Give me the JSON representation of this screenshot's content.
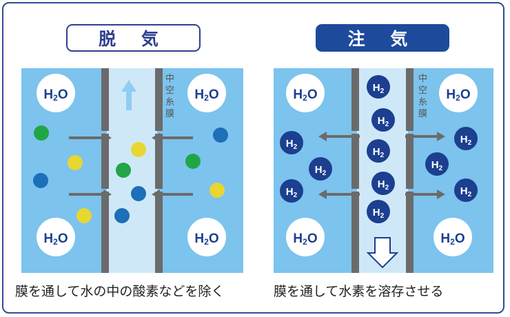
{
  "left_panel": {
    "title": "脱 気",
    "membrane_label": [
      "中",
      "空",
      "糸",
      "膜"
    ],
    "water_molecule": {
      "main": "H",
      "sub": "2",
      "tail": "O"
    },
    "caption": "膜を通して水の中の酸素などを除く"
  },
  "right_panel": {
    "title": "注 気",
    "membrane_label": [
      "中",
      "空",
      "糸",
      "膜"
    ],
    "water_molecule": {
      "main": "H",
      "sub": "2",
      "tail": "O"
    },
    "hydrogen_molecule": {
      "main": "H",
      "sub": "2"
    },
    "caption": "膜を通して水素を溶存させる"
  },
  "colors": {
    "water": "#7cc3ee",
    "channel": "#cfe8f8",
    "membrane": "#6b6b6b",
    "arrow": "#6b6b6b",
    "flow_arrow_up": "#8fcdf2",
    "h2": "#1c3f8f",
    "green_dot": "#22a546",
    "yellow_dot": "#e8d631",
    "blue_dot": "#1c6fb8",
    "frame": "#2e4b9b"
  }
}
